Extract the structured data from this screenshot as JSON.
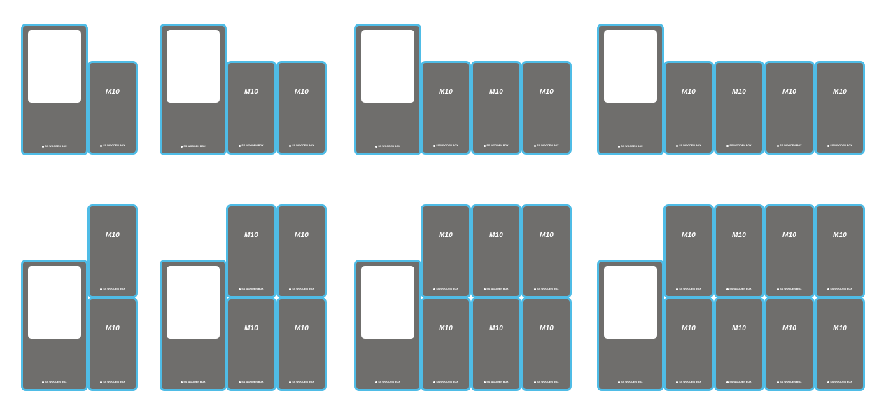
{
  "colors": {
    "panel": "#6f6e6c",
    "border": "#4fbce6",
    "window": "#ffffff",
    "background": "#ffffff"
  },
  "labels": {
    "module_model": "M10",
    "brand": "SS WOODEN BOX"
  },
  "configurations": [
    {
      "row": "single",
      "module_columns": 1,
      "module_rows": 1
    },
    {
      "row": "single",
      "module_columns": 2,
      "module_rows": 1
    },
    {
      "row": "single",
      "module_columns": 3,
      "module_rows": 1
    },
    {
      "row": "single",
      "module_columns": 4,
      "module_rows": 1
    },
    {
      "row": "double",
      "module_columns": 1,
      "module_rows": 2
    },
    {
      "row": "double",
      "module_columns": 2,
      "module_rows": 2
    },
    {
      "row": "double",
      "module_columns": 3,
      "module_rows": 2
    },
    {
      "row": "double",
      "module_columns": 4,
      "module_rows": 2
    }
  ]
}
